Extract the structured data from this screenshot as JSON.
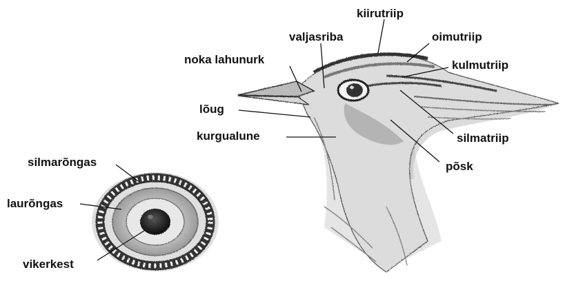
{
  "colors": {
    "text": "#111111",
    "pencil": "#555555",
    "pencil_dark": "#222222",
    "background": "#ffffff"
  },
  "labels": {
    "kiirutriip": "kiirutriip",
    "valjasriba": "valjasriba",
    "oimutriip": "oimutriip",
    "noka_lahunurk": "noka lahunurk",
    "kulmutriip": "kulmutriip",
    "loug": "lõug",
    "kurgualune": "kurgualune",
    "silmatriip": "silmatriip",
    "posk": "põsk",
    "silmarongas": "silmarõngas",
    "laurongas": "laurõngas",
    "vikerkest": "vikerkest"
  }
}
